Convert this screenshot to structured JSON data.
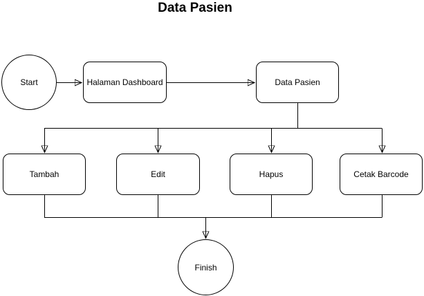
{
  "title": "Data Pasien",
  "colors": {
    "stroke": "#000000",
    "text": "#000000",
    "background": "#ffffff"
  },
  "nodes": [
    {
      "id": "start",
      "type": "circle",
      "label": "Start"
    },
    {
      "id": "halaman-dashboard",
      "type": "rounded-rectangle",
      "label": "Halaman Dashboard"
    },
    {
      "id": "data-pasien",
      "type": "rounded-rectangle",
      "label": "Data Pasien"
    },
    {
      "id": "tambah",
      "type": "rounded-rectangle",
      "label": "Tambah"
    },
    {
      "id": "edit",
      "type": "rounded-rectangle",
      "label": "Edit"
    },
    {
      "id": "hapus",
      "type": "rounded-rectangle",
      "label": "Hapus"
    },
    {
      "id": "cetak-barcode",
      "type": "rounded-rectangle",
      "label": "Cetak Barcode"
    },
    {
      "id": "finish",
      "type": "circle",
      "label": "Finish"
    }
  ],
  "edges": [
    {
      "from": "start",
      "to": "halaman-dashboard",
      "arrow": true
    },
    {
      "from": "halaman-dashboard",
      "to": "data-pasien",
      "arrow": true
    },
    {
      "from": "data-pasien",
      "to": "tambah",
      "arrow": true
    },
    {
      "from": "data-pasien",
      "to": "edit",
      "arrow": true
    },
    {
      "from": "data-pasien",
      "to": "hapus",
      "arrow": true
    },
    {
      "from": "data-pasien",
      "to": "cetak-barcode",
      "arrow": true
    },
    {
      "from": "tambah",
      "to": "finish",
      "arrow": true
    },
    {
      "from": "edit",
      "to": "finish",
      "arrow": true
    },
    {
      "from": "hapus",
      "to": "finish",
      "arrow": true
    },
    {
      "from": "cetak-barcode",
      "to": "finish",
      "arrow": true
    }
  ]
}
